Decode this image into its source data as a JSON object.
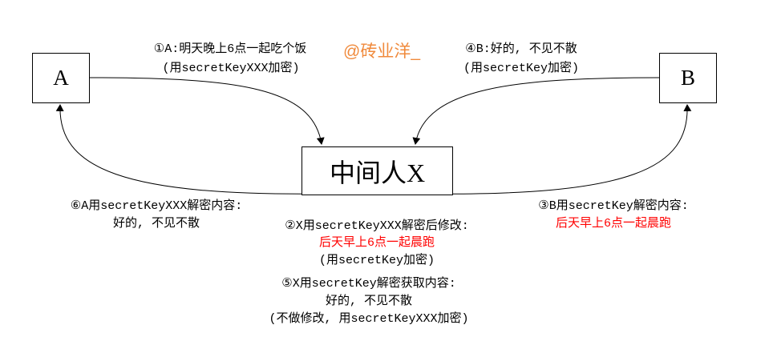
{
  "nodes": {
    "a": "A",
    "b": "B",
    "middle": "中间人X"
  },
  "watermark": "@砖业洋_",
  "colors": {
    "highlight": "#ff0000",
    "watermark": "#f08a3c"
  },
  "steps": {
    "step1": {
      "line1": "①A:明天晚上6点一起吃个饭",
      "line2": "(用secretKeyXXX加密)"
    },
    "step2": {
      "line1": "②X用secretKeyXXX解密后修改:",
      "line2": "后天早上6点一起晨跑",
      "line3": "(用secretKey加密)"
    },
    "step3": {
      "line1": "③B用secretKey解密内容:",
      "line2": "后天早上6点一起晨跑"
    },
    "step4": {
      "line1": "④B:好的, 不见不散",
      "line2": "(用secretKey加密)"
    },
    "step5": {
      "line1": "⑤X用secretKey解密获取内容:",
      "line2": "好的, 不见不散",
      "line3": "(不做修改, 用secretKeyXXX加密)"
    },
    "step6": {
      "line1": "⑥A用secretKeyXXX解密内容:",
      "line2": "好的, 不见不散"
    }
  }
}
